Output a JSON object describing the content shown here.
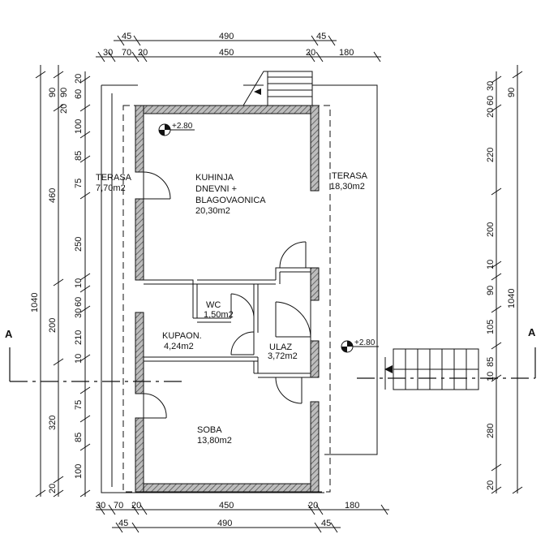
{
  "dims_top": {
    "row1": [
      "45",
      "490",
      "45"
    ],
    "row2": [
      "30",
      "70",
      "20",
      "450",
      "20",
      "180"
    ]
  },
  "dims_bottom": {
    "row1": [
      "30",
      "70",
      "20",
      "450",
      "20",
      "180"
    ],
    "row2": [
      "45",
      "490",
      "45"
    ]
  },
  "dims_left": {
    "outer": "1040",
    "col2": [
      "90",
      "460",
      "250",
      "200",
      "320",
      "20"
    ],
    "col3": [
      "20",
      "90",
      "100",
      "85",
      "75",
      "10",
      "210",
      "10",
      "75",
      "85",
      "100"
    ],
    "col4": [
      "60",
      "20",
      "30",
      "60"
    ]
  },
  "dims_right": {
    "outer": "1040",
    "col1": [
      "20",
      "60",
      "30",
      "220",
      "200",
      "10",
      "90",
      "105",
      "10",
      "85",
      "280",
      "20"
    ],
    "col2": [
      "90"
    ]
  },
  "rooms": {
    "kuhinja": [
      "KUHINJA",
      "DNEVNI +",
      "BLAGOVAONICA",
      "20,30m2"
    ],
    "terasa_left": [
      "TERASA",
      "7,70m2"
    ],
    "terasa_right": [
      "TERASA",
      "18,30m2"
    ],
    "wc": [
      "WC",
      "1,50m2"
    ],
    "kupaon": [
      "KUPAON.",
      "4,24m2"
    ],
    "ulaz": [
      "ULAZ",
      "3,72m2"
    ],
    "soba": [
      "SOBA",
      "13,80m2"
    ]
  },
  "levels": {
    "top": "+2.80",
    "entry": "+2.80"
  },
  "section_marks": {
    "left": "A",
    "right": "A"
  },
  "colors": {
    "line": "#111111",
    "wall_fill": "#9a9a9a"
  }
}
